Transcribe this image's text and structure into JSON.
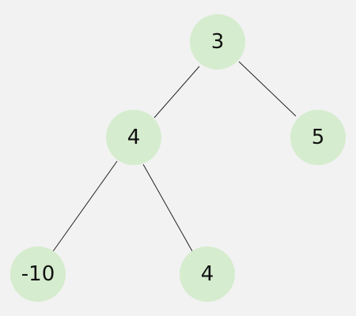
{
  "tree": {
    "root": {
      "value": "3"
    },
    "left": {
      "value": "4"
    },
    "right": {
      "value": "5"
    },
    "left_left": {
      "value": "-10"
    },
    "left_right": {
      "value": "4"
    }
  },
  "colors": {
    "background": "#f2f2f2",
    "node_fill": "#d5ecce",
    "edge": "#222222",
    "text": "#111111"
  }
}
